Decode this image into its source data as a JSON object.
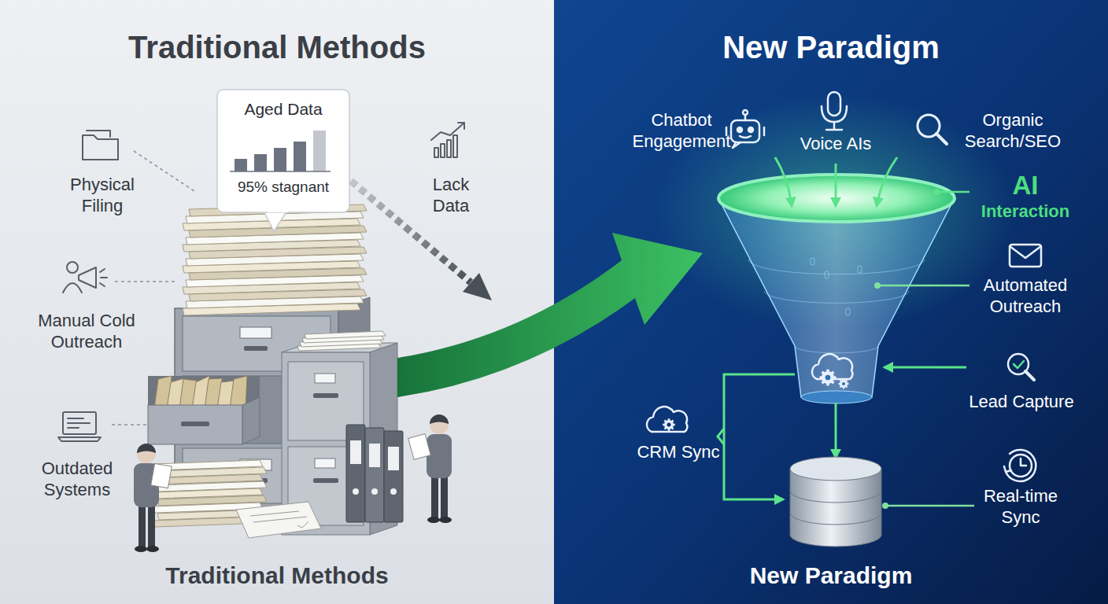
{
  "diagram": {
    "nodes": [
      {
        "text": [
          "Traditional Methods",
          "Traditional Methods"
        ]
      },
      {
        "text": [
          "Aged Data",
          "95% stagnant"
        ],
        "in": 0
      },
      {
        "text": [
          "New Paradigm",
          "New Paradigm"
        ]
      }
    ],
    "labels": [
      "Physical Filing",
      "Manual Cold Outreach",
      "Outdated Systems",
      "Lack Data",
      "Chatbot Engagement",
      "Voice AIs",
      "Organic Search/SEO",
      "AI Interaction",
      "Automated Outreach",
      "Lead Capture",
      "CRM Sync",
      "Real-time Sync"
    ]
  }
}
